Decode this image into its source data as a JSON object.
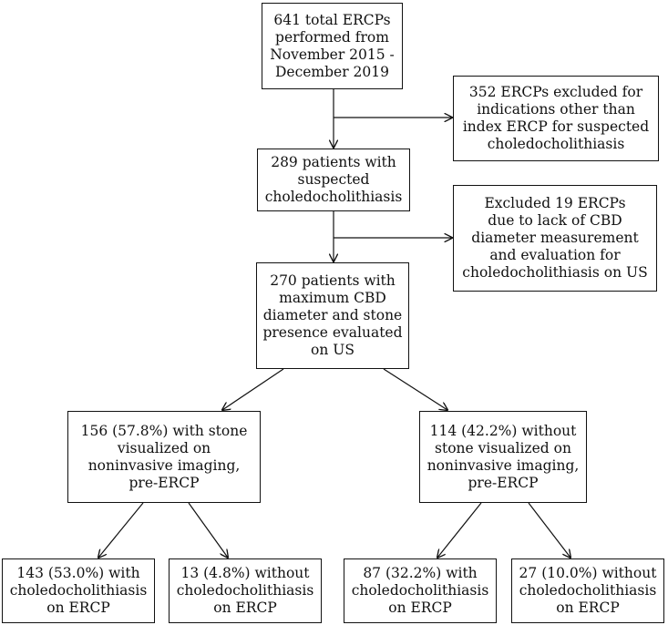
{
  "nodes": {
    "total": [
      "641 total ERCPs",
      "performed from",
      "November 2015 -",
      "December 2019"
    ],
    "excl1": [
      "352 ERCPs excluded for",
      "indications other than",
      "index ERCP for suspected",
      "choledocholithiasis"
    ],
    "suspected": [
      "289 patients with",
      "suspected",
      "choledocholithiasis"
    ],
    "excl2": [
      "Excluded 19 ERCPs",
      "due to lack of CBD",
      "diameter measurement",
      "and evaluation for",
      "choledocholithiasis on US"
    ],
    "evaluated": [
      "270 patients with",
      "maximum CBD",
      "diameter and stone",
      "presence evaluated",
      "on US"
    ],
    "with_stone": [
      "156 (57.8%) with stone",
      "visualized on",
      "noninvasive imaging,",
      "pre-ERCP"
    ],
    "without_stone": [
      "114 (42.2%) without",
      "stone visualized on",
      "noninvasive imaging,",
      "pre-ERCP"
    ],
    "leaf1": [
      "143 (53.0%) with",
      "choledocholithiasis",
      "on ERCP"
    ],
    "leaf2": [
      "13 (4.8%) without",
      "choledocholithiasis",
      "on ERCP"
    ],
    "leaf3": [
      "87 (32.2%) with",
      "choledocholithiasis",
      "on ERCP"
    ],
    "leaf4": [
      "27 (10.0%) without",
      "choledocholithiasis",
      "on ERCP"
    ]
  }
}
